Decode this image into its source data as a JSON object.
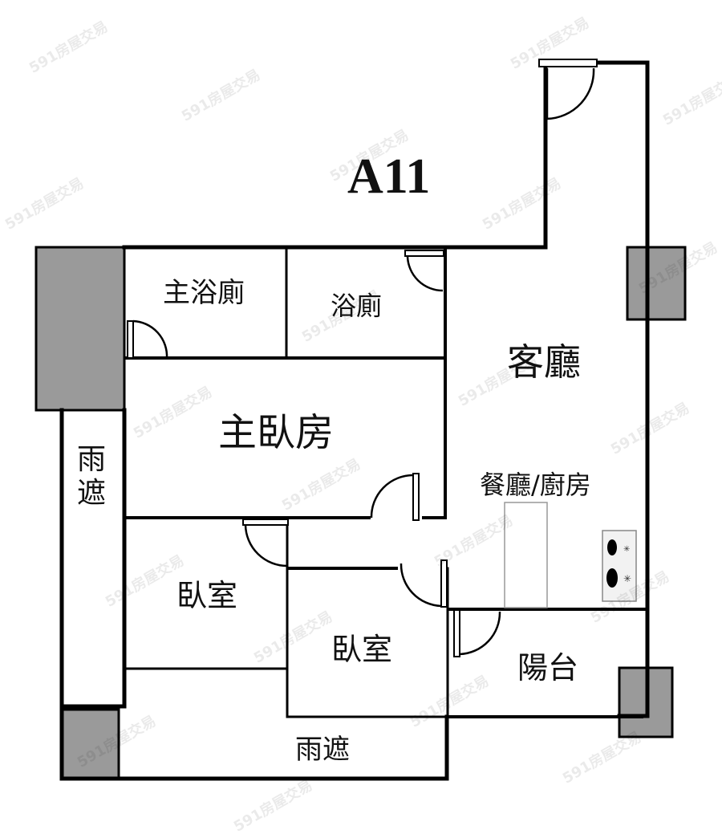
{
  "plan": {
    "unit_title": "A11",
    "rooms": {
      "master_bath": "主浴廁",
      "bath": "浴廁",
      "living_room": "客廳",
      "master_bedroom": "主臥房",
      "dining_kitchen": "餐廳/廚房",
      "bedroom_1": "臥室",
      "bedroom_2": "臥室",
      "balcony": "陽台",
      "canopy_left": "雨遮",
      "canopy_bottom": "雨遮"
    },
    "canopy_left_chars": [
      "雨",
      "遮"
    ],
    "watermark": "591房屋交易",
    "colors": {
      "wall": "#000000",
      "column": "#9a9a9a",
      "background": "#ffffff"
    }
  }
}
